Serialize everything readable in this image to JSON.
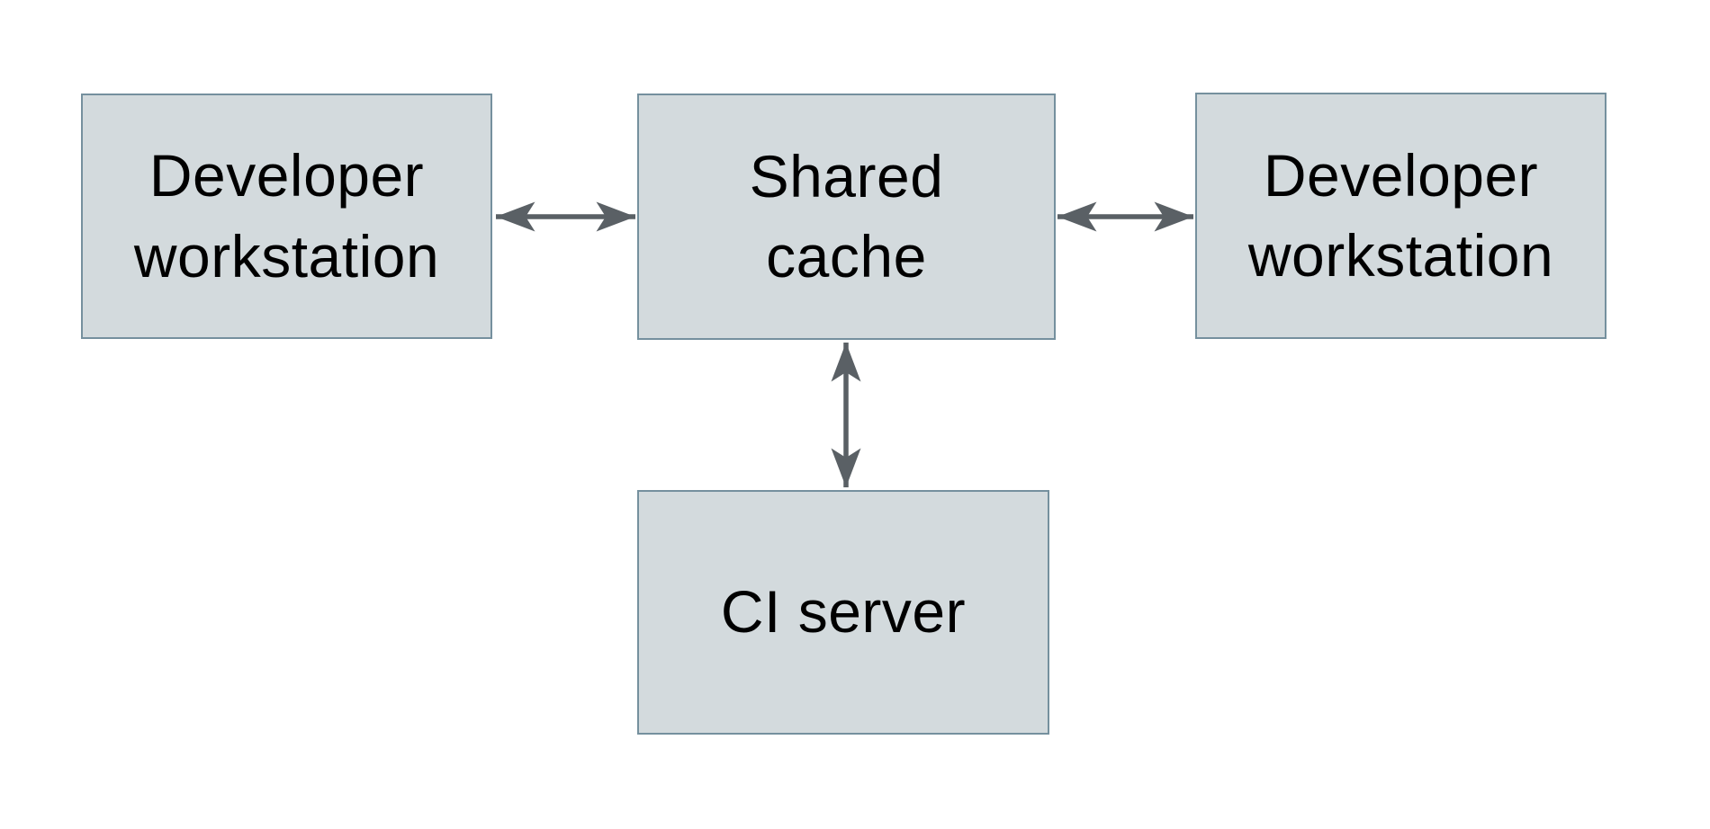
{
  "diagram": {
    "colors": {
      "background": "#ffffff",
      "node_fill": "#d3dadd",
      "node_border": "#75909e",
      "arrow": "#5a6065",
      "text": "#000000"
    },
    "nodes": [
      {
        "id": "developer-workstation-left",
        "label": "Developer\nworkstation"
      },
      {
        "id": "shared-cache",
        "label": "Shared\ncache"
      },
      {
        "id": "developer-workstation-right",
        "label": "Developer\nworkstation"
      },
      {
        "id": "ci-server",
        "label": "CI server"
      }
    ],
    "edges": [
      {
        "from": "developer-workstation-left",
        "to": "shared-cache",
        "direction": "bidirectional"
      },
      {
        "from": "shared-cache",
        "to": "developer-workstation-right",
        "direction": "bidirectional"
      },
      {
        "from": "shared-cache",
        "to": "ci-server",
        "direction": "bidirectional"
      }
    ]
  }
}
